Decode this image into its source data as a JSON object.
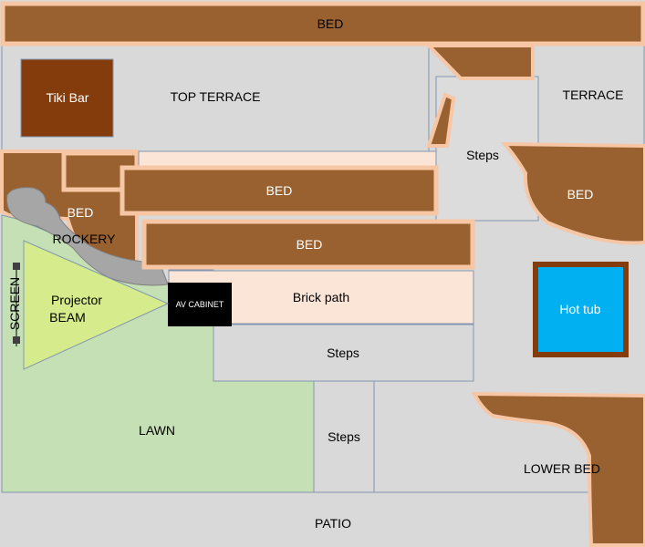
{
  "labels": {
    "bed_top": "BED",
    "tiki_bar": "Tiki Bar",
    "top_terrace": "TOP TERRACE",
    "terrace": "TERRACE",
    "steps_upper": "Steps",
    "bed_right": "BED",
    "bed_middle": "BED",
    "bed_left": "BED",
    "rockery": "ROCKERY",
    "bed_lower_middle": "BED",
    "screen": "SCREEN",
    "projector_line1": "Projector",
    "projector_line2": "BEAM",
    "av_cabinet": "AV CABINET",
    "brick_path": "Brick path",
    "steps_middle": "Steps",
    "hot_tub": "Hot tub",
    "lawn": "LAWN",
    "steps_lower": "Steps",
    "lower_bed": "LOWER BED",
    "patio": "PATIO"
  },
  "colors": {
    "bed": "#9A6130",
    "bed_border": "#F7C6A5",
    "tiki_bar": "#843C0C",
    "terrace": "#D9D9D9",
    "lawn": "#C5E0B4",
    "projector_beam": "#D6EC8C",
    "brick_path": "#FBE5D6",
    "av_cabinet": "#000000",
    "hot_tub": "#00B0F0",
    "hot_tub_frame": "#843C0C",
    "rockery": "#A6A6A6"
  }
}
